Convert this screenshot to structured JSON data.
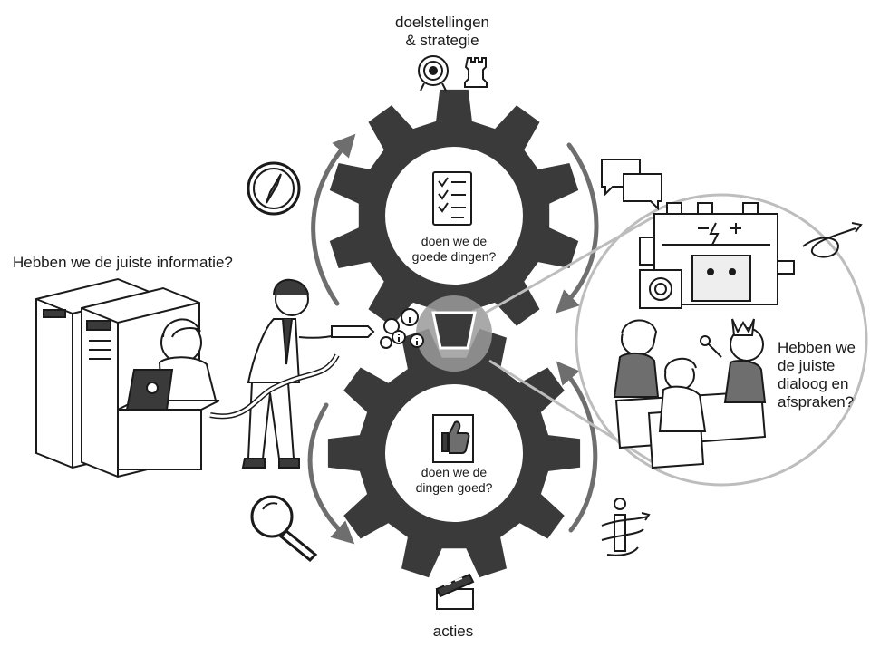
{
  "labels": {
    "top_line1": "doelstellingen",
    "top_line2": "& strategie",
    "bottom": "acties",
    "left_question": "Hebben we de juiste informatie?",
    "right_line1": "Hebben we",
    "right_line2": "de juiste",
    "right_line3": "dialoog en",
    "right_line4": "afspraken?"
  },
  "gears": {
    "top_line1": "doen we de",
    "top_line2": "goede dingen?",
    "bottom_line1": "doen we de",
    "bottom_line2": "dingen goed?"
  },
  "icons": {
    "target": "target-icon",
    "chess": "chess-rook-icon",
    "compass": "compass-icon",
    "magnifier": "magnifier-icon",
    "clapper": "clapperboard-icon",
    "speech": "speech-bubbles-icon",
    "info": "info-icon",
    "checklist": "checklist-icon",
    "thumbs": "thumbs-up-icon",
    "battery": "battery-icon",
    "swirl": "swirl-arrow-icon"
  },
  "colors": {
    "gear": "#3a3a3a",
    "gear_center": "#ffffff",
    "arrow": "#6e6e6e",
    "overlap": "#9a9a9a",
    "ink": "#1a1a1a"
  }
}
